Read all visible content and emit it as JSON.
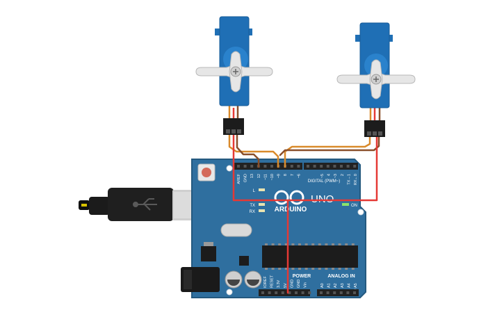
{
  "board": {
    "brand": "ARDUINO",
    "model": "UNO",
    "on_label": "ON",
    "digital_header": "DIGITAL (PWM~)",
    "power_header": "POWER",
    "analog_header": "ANALOG IN",
    "led_l": "L",
    "led_tx": "TX",
    "led_rx": "RX",
    "digital_pins": [
      "AREF",
      "GND",
      "13",
      "12",
      "~11",
      "~10",
      "~9",
      "8",
      "7",
      "~6",
      "~5",
      "4",
      "~3",
      "2",
      "TX→1",
      "RX←0"
    ],
    "power_pins": [
      "IOREF",
      "RESET",
      "3.3V",
      "5V",
      "GND",
      "GND",
      "Vin"
    ],
    "analog_pins": [
      "A0",
      "A1",
      "A2",
      "A3",
      "A4",
      "A5"
    ]
  },
  "colors": {
    "board": "#2f6f9f",
    "board_edge": "#24597f",
    "servo_body": "#1f6fb5",
    "servo_horn": "#e6e6e6",
    "wire_red": "#e53935",
    "wire_orange": "#d98a2b",
    "wire_brown": "#8a4f2a",
    "header": "#222222"
  },
  "components": {
    "servo_1": "servo",
    "servo_2": "servo",
    "usb_cable": "usb-cable",
    "power_jack": "dc-power-jack"
  }
}
